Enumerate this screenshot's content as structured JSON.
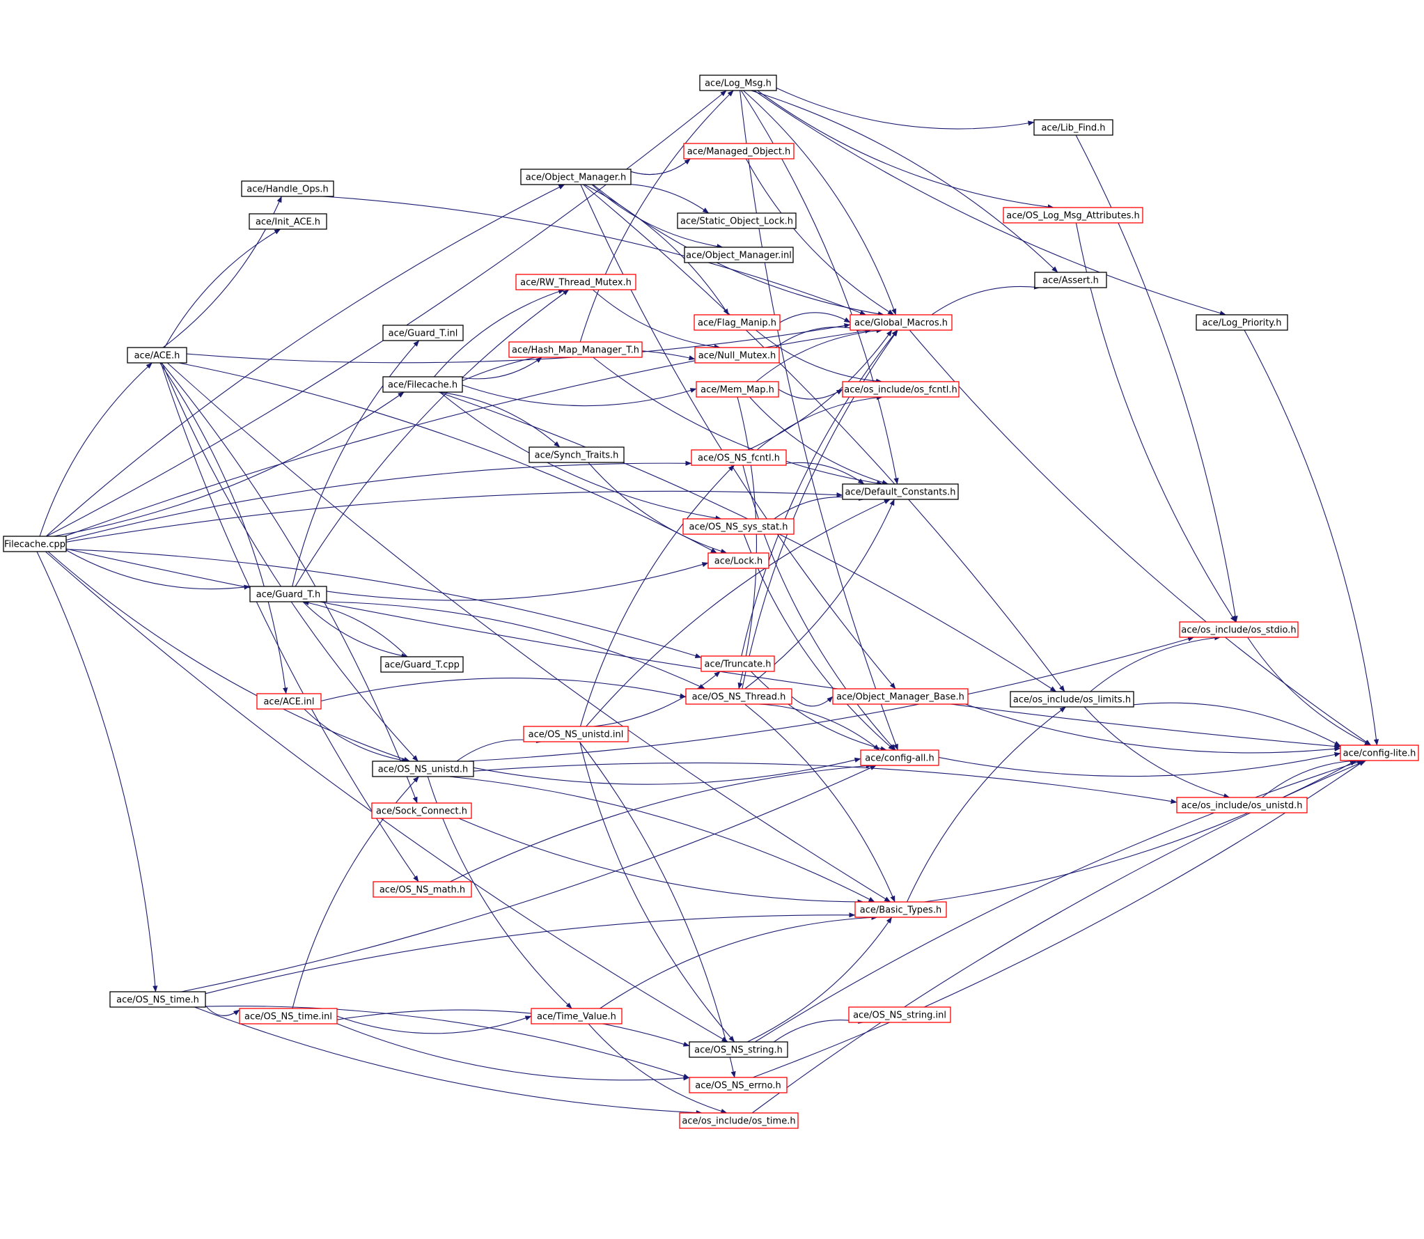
{
  "diagram": {
    "colors": {
      "edge": "#191970",
      "border_complete": "#000000",
      "border_truncated": "#ff0000",
      "root_fill": "#bfbfbf"
    },
    "nodes": [
      {
        "id": "filecache_cpp",
        "label": "Filecache.cpp",
        "kind": "root"
      },
      {
        "id": "ace_h",
        "label": "ace/ACE.h",
        "kind": "complete"
      },
      {
        "id": "log_msg_h",
        "label": "ace/Log_Msg.h",
        "kind": "complete"
      },
      {
        "id": "lib_find_h",
        "label": "ace/Lib_Find.h",
        "kind": "complete"
      },
      {
        "id": "managed_object_h",
        "label": "ace/Managed_Object.h",
        "kind": "truncated"
      },
      {
        "id": "object_manager_h",
        "label": "ace/Object_Manager.h",
        "kind": "complete"
      },
      {
        "id": "handle_ops_h",
        "label": "ace/Handle_Ops.h",
        "kind": "complete"
      },
      {
        "id": "init_ace_h",
        "label": "ace/Init_ACE.h",
        "kind": "complete"
      },
      {
        "id": "static_object_lock_h",
        "label": "ace/Static_Object_Lock.h",
        "kind": "complete"
      },
      {
        "id": "os_log_msg_attributes_h",
        "label": "ace/OS_Log_Msg_Attributes.h",
        "kind": "truncated"
      },
      {
        "id": "object_manager_inl",
        "label": "ace/Object_Manager.inl",
        "kind": "complete"
      },
      {
        "id": "rw_thread_mutex_h",
        "label": "ace/RW_Thread_Mutex.h",
        "kind": "truncated"
      },
      {
        "id": "assert_h",
        "label": "ace/Assert.h",
        "kind": "complete"
      },
      {
        "id": "flag_manip_h",
        "label": "ace/Flag_Manip.h",
        "kind": "truncated"
      },
      {
        "id": "global_macros_h",
        "label": "ace/Global_Macros.h",
        "kind": "truncated"
      },
      {
        "id": "log_priority_h",
        "label": "ace/Log_Priority.h",
        "kind": "complete"
      },
      {
        "id": "guard_t_inl",
        "label": "ace/Guard_T.inl",
        "kind": "complete"
      },
      {
        "id": "hash_map_manager_t_h",
        "label": "ace/Hash_Map_Manager_T.h",
        "kind": "truncated"
      },
      {
        "id": "null_mutex_h",
        "label": "ace/Null_Mutex.h",
        "kind": "truncated"
      },
      {
        "id": "filecache_h",
        "label": "ace/Filecache.h",
        "kind": "complete"
      },
      {
        "id": "mem_map_h",
        "label": "ace/Mem_Map.h",
        "kind": "truncated"
      },
      {
        "id": "os_fcntl_h",
        "label": "ace/os_include/os_fcntl.h",
        "kind": "truncated"
      },
      {
        "id": "synch_traits_h",
        "label": "ace/Synch_Traits.h",
        "kind": "complete"
      },
      {
        "id": "os_ns_fcntl_h",
        "label": "ace/OS_NS_fcntl.h",
        "kind": "truncated"
      },
      {
        "id": "default_constants_h",
        "label": "ace/Default_Constants.h",
        "kind": "complete"
      },
      {
        "id": "os_ns_sys_stat_h",
        "label": "ace/OS_NS_sys_stat.h",
        "kind": "truncated"
      },
      {
        "id": "lock_h",
        "label": "ace/Lock.h",
        "kind": "truncated"
      },
      {
        "id": "guard_t_h",
        "label": "ace/Guard_T.h",
        "kind": "complete"
      },
      {
        "id": "os_stdio_h",
        "label": "ace/os_include/os_stdio.h",
        "kind": "truncated"
      },
      {
        "id": "guard_t_cpp",
        "label": "ace/Guard_T.cpp",
        "kind": "complete"
      },
      {
        "id": "truncate_h",
        "label": "ace/Truncate.h",
        "kind": "truncated"
      },
      {
        "id": "ace_inl",
        "label": "ace/ACE.inl",
        "kind": "truncated"
      },
      {
        "id": "os_ns_thread_h",
        "label": "ace/OS_NS_Thread.h",
        "kind": "truncated"
      },
      {
        "id": "object_manager_base_h",
        "label": "ace/Object_Manager_Base.h",
        "kind": "truncated"
      },
      {
        "id": "os_limits_h",
        "label": "ace/os_include/os_limits.h",
        "kind": "complete"
      },
      {
        "id": "os_ns_unistd_inl",
        "label": "ace/OS_NS_unistd.inl",
        "kind": "truncated"
      },
      {
        "id": "config_all_h",
        "label": "ace/config-all.h",
        "kind": "truncated"
      },
      {
        "id": "config_lite_h",
        "label": "ace/config-lite.h",
        "kind": "truncated"
      },
      {
        "id": "os_ns_unistd_h",
        "label": "ace/OS_NS_unistd.h",
        "kind": "complete"
      },
      {
        "id": "os_unistd_h",
        "label": "ace/os_include/os_unistd.h",
        "kind": "truncated"
      },
      {
        "id": "sock_connect_h",
        "label": "ace/Sock_Connect.h",
        "kind": "truncated"
      },
      {
        "id": "os_ns_math_h",
        "label": "ace/OS_NS_math.h",
        "kind": "truncated"
      },
      {
        "id": "basic_types_h",
        "label": "ace/Basic_Types.h",
        "kind": "truncated"
      },
      {
        "id": "os_ns_time_h",
        "label": "ace/OS_NS_time.h",
        "kind": "complete"
      },
      {
        "id": "os_ns_time_inl",
        "label": "ace/OS_NS_time.inl",
        "kind": "truncated"
      },
      {
        "id": "time_value_h",
        "label": "ace/Time_Value.h",
        "kind": "truncated"
      },
      {
        "id": "os_ns_string_inl",
        "label": "ace/OS_NS_string.inl",
        "kind": "truncated"
      },
      {
        "id": "os_ns_string_h",
        "label": "ace/OS_NS_string.h",
        "kind": "complete"
      },
      {
        "id": "os_ns_errno_h",
        "label": "ace/OS_NS_errno.h",
        "kind": "truncated"
      },
      {
        "id": "os_time_h",
        "label": "ace/os_include/os_time.h",
        "kind": "truncated"
      }
    ],
    "edges": [
      [
        "filecache_cpp",
        "ace_h"
      ],
      [
        "filecache_cpp",
        "log_msg_h"
      ],
      [
        "filecache_cpp",
        "object_manager_h"
      ],
      [
        "filecache_cpp",
        "config_lite_h"
      ],
      [
        "filecache_cpp",
        "global_macros_h"
      ],
      [
        "filecache_cpp",
        "filecache_h"
      ],
      [
        "filecache_cpp",
        "os_ns_fcntl_h"
      ],
      [
        "filecache_cpp",
        "guard_t_h"
      ],
      [
        "filecache_cpp",
        "truncate_h"
      ],
      [
        "filecache_cpp",
        "os_ns_unistd_h"
      ],
      [
        "filecache_cpp",
        "os_ns_time_h"
      ],
      [
        "filecache_cpp",
        "os_ns_string_h"
      ],
      [
        "filecache_cpp",
        "default_constants_h"
      ],
      [
        "ace_h",
        "handle_ops_h"
      ],
      [
        "ace_h",
        "init_ace_h"
      ],
      [
        "ace_h",
        "global_macros_h"
      ],
      [
        "ace_h",
        "ace_inl"
      ],
      [
        "ace_h",
        "os_ns_unistd_h"
      ],
      [
        "ace_h",
        "sock_connect_h"
      ],
      [
        "ace_h",
        "os_ns_math_h"
      ],
      [
        "ace_h",
        "lock_h"
      ],
      [
        "ace_h",
        "basic_types_h"
      ],
      [
        "handle_ops_h",
        "global_macros_h"
      ],
      [
        "log_msg_h",
        "lib_find_h"
      ],
      [
        "log_msg_h",
        "global_macros_h"
      ],
      [
        "log_msg_h",
        "os_log_msg_attributes_h"
      ],
      [
        "log_msg_h",
        "assert_h"
      ],
      [
        "log_msg_h",
        "log_priority_h"
      ],
      [
        "log_msg_h",
        "default_constants_h"
      ],
      [
        "log_msg_h",
        "config_all_h"
      ],
      [
        "lib_find_h",
        "os_stdio_h"
      ],
      [
        "os_log_msg_attributes_h",
        "os_stdio_h"
      ],
      [
        "log_priority_h",
        "config_lite_h"
      ],
      [
        "object_manager_h",
        "managed_object_h"
      ],
      [
        "object_manager_h",
        "static_object_lock_h"
      ],
      [
        "object_manager_h",
        "object_manager_inl"
      ],
      [
        "object_manager_h",
        "flag_manip_h"
      ],
      [
        "object_manager_h",
        "global_macros_h"
      ],
      [
        "object_manager_h",
        "os_limits_h"
      ],
      [
        "object_manager_h",
        "object_manager_base_h"
      ],
      [
        "managed_object_h",
        "object_manager_h"
      ],
      [
        "managed_object_h",
        "global_macros_h"
      ],
      [
        "global_macros_h",
        "assert_h"
      ],
      [
        "global_macros_h",
        "config_lite_h"
      ],
      [
        "filecache_h",
        "rw_thread_mutex_h"
      ],
      [
        "filecache_h",
        "hash_map_manager_t_h"
      ],
      [
        "filecache_h",
        "null_mutex_h"
      ],
      [
        "filecache_h",
        "mem_map_h"
      ],
      [
        "filecache_h",
        "synch_traits_h"
      ],
      [
        "filecache_h",
        "os_ns_sys_stat_h"
      ],
      [
        "filecache_h",
        "os_limits_h"
      ],
      [
        "rw_thread_mutex_h",
        "null_mutex_h"
      ],
      [
        "hash_map_manager_t_h",
        "log_msg_h"
      ],
      [
        "hash_map_manager_t_h",
        "default_constants_h"
      ],
      [
        "flag_manip_h",
        "global_macros_h"
      ],
      [
        "flag_manip_h",
        "os_fcntl_h"
      ],
      [
        "null_mutex_h",
        "global_macros_h"
      ],
      [
        "mem_map_h",
        "os_fcntl_h"
      ],
      [
        "mem_map_h",
        "global_macros_h"
      ],
      [
        "mem_map_h",
        "default_constants_h"
      ],
      [
        "mem_map_h",
        "os_ns_thread_h"
      ],
      [
        "synch_traits_h",
        "lock_h"
      ],
      [
        "os_ns_fcntl_h",
        "os_fcntl_h"
      ],
      [
        "os_ns_fcntl_h",
        "global_macros_h"
      ],
      [
        "os_ns_fcntl_h",
        "default_constants_h"
      ],
      [
        "os_ns_fcntl_h",
        "config_all_h"
      ],
      [
        "os_ns_sys_stat_h",
        "default_constants_h"
      ],
      [
        "os_ns_sys_stat_h",
        "config_all_h"
      ],
      [
        "guard_t_h",
        "guard_t_inl"
      ],
      [
        "guard_t_h",
        "guard_t_cpp"
      ],
      [
        "guard_t_h",
        "rw_thread_mutex_h"
      ],
      [
        "guard_t_h",
        "lock_h"
      ],
      [
        "guard_t_h",
        "os_ns_thread_h"
      ],
      [
        "guard_t_cpp",
        "guard_t_h"
      ],
      [
        "truncate_h",
        "global_macros_h"
      ],
      [
        "truncate_h",
        "config_all_h"
      ],
      [
        "ace_inl",
        "os_ns_thread_h"
      ],
      [
        "ace_inl",
        "os_ns_unistd_h"
      ],
      [
        "os_ns_thread_h",
        "global_macros_h"
      ],
      [
        "os_ns_thread_h",
        "default_constants_h"
      ],
      [
        "os_ns_thread_h",
        "config_all_h"
      ],
      [
        "os_ns_thread_h",
        "object_manager_base_h"
      ],
      [
        "os_ns_thread_h",
        "basic_types_h"
      ],
      [
        "object_manager_base_h",
        "config_lite_h"
      ],
      [
        "os_limits_h",
        "os_stdio_h"
      ],
      [
        "os_limits_h",
        "os_unistd_h"
      ],
      [
        "os_limits_h",
        "config_lite_h"
      ],
      [
        "os_stdio_h",
        "config_lite_h"
      ],
      [
        "os_unistd_h",
        "config_lite_h"
      ],
      [
        "config_all_h",
        "config_lite_h"
      ],
      [
        "os_ns_unistd_h",
        "os_ns_unistd_inl"
      ],
      [
        "os_ns_unistd_h",
        "config_all_h"
      ],
      [
        "os_ns_unistd_h",
        "os_unistd_h"
      ],
      [
        "os_ns_unistd_h",
        "os_stdio_h"
      ],
      [
        "os_ns_unistd_h",
        "basic_types_h"
      ],
      [
        "os_ns_unistd_h",
        "time_value_h"
      ],
      [
        "os_ns_unistd_inl",
        "os_ns_fcntl_h"
      ],
      [
        "os_ns_unistd_inl",
        "truncate_h"
      ],
      [
        "os_ns_unistd_inl",
        "default_constants_h"
      ],
      [
        "os_ns_unistd_inl",
        "os_ns_string_h"
      ],
      [
        "os_ns_unistd_inl",
        "os_ns_errno_h"
      ],
      [
        "sock_connect_h",
        "basic_types_h"
      ],
      [
        "os_ns_math_h",
        "config_all_h"
      ],
      [
        "basic_types_h",
        "config_lite_h"
      ],
      [
        "basic_types_h",
        "os_limits_h"
      ],
      [
        "os_ns_time_h",
        "os_ns_time_inl"
      ],
      [
        "os_ns_time_h",
        "basic_types_h"
      ],
      [
        "os_ns_time_h",
        "config_all_h"
      ],
      [
        "os_ns_time_h",
        "os_ns_errno_h"
      ],
      [
        "os_ns_time_h",
        "os_time_h"
      ],
      [
        "os_ns_time_inl",
        "os_ns_unistd_h"
      ],
      [
        "os_ns_time_inl",
        "time_value_h"
      ],
      [
        "os_ns_time_inl",
        "os_ns_string_h"
      ],
      [
        "os_ns_time_inl",
        "os_ns_errno_h"
      ],
      [
        "time_value_h",
        "basic_types_h"
      ],
      [
        "time_value_h",
        "os_time_h"
      ],
      [
        "os_ns_string_h",
        "os_ns_string_inl"
      ],
      [
        "os_ns_string_h",
        "basic_types_h"
      ],
      [
        "os_ns_string_h",
        "config_lite_h"
      ],
      [
        "os_ns_errno_h",
        "config_lite_h"
      ],
      [
        "os_time_h",
        "config_lite_h"
      ]
    ]
  }
}
